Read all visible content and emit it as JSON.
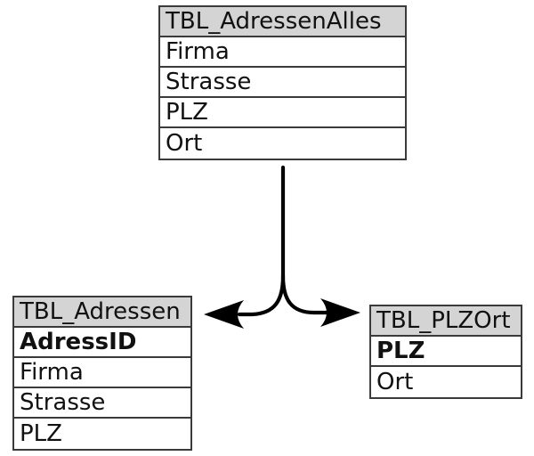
{
  "diagram": {
    "kind": "database-table-split-diagram",
    "tables": [
      {
        "title": "TBL_AdressenAlles",
        "fields": [
          {
            "label": "Firma"
          },
          {
            "label": "Strasse"
          },
          {
            "label": "PLZ"
          },
          {
            "label": "Ort"
          }
        ]
      },
      {
        "title": "TBL_Adressen",
        "fields": [
          {
            "label": "AdressID",
            "primary_key": true
          },
          {
            "label": "Firma"
          },
          {
            "label": "Strasse"
          },
          {
            "label": "PLZ"
          }
        ]
      },
      {
        "title": "TBL_PLZOrt",
        "fields": [
          {
            "label": "PLZ",
            "primary_key": true
          },
          {
            "label": "Ort"
          }
        ]
      }
    ],
    "connector": {
      "type": "fork-arrow",
      "from_table": "TBL_AdressenAlles",
      "to_tables": [
        "TBL_Adressen",
        "TBL_PLZOrt"
      ]
    },
    "colors": {
      "header_bg": "#d4d4d4",
      "border": "#3a3a3a",
      "arrow": "#000000",
      "background": "#ffffff",
      "text": "#111111"
    }
  }
}
